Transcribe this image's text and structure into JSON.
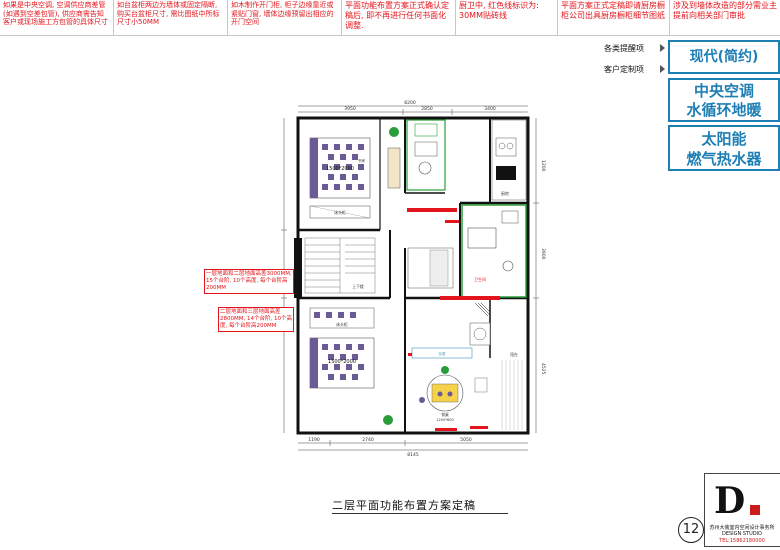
{
  "notes": [
    "如果是中央空调, 空调供应商差管(如遇到空差包管), 供应商需告知客户或现场施工方包管的具体尺寸",
    "如台盆柜两边为墙体或固定隔断, 购买台盆柜尺寸, 需比图纸中所标尺寸小50MM",
    "如木制作开门柜, 柜子边缘靠近或紧贴门窗, 墙体边缘预留出相应的开门空间",
    "平面功能布置方案正式确认定稿后, 即不再进行任何书面化调整.",
    "厨卫中, 红色线标识为: 30MM贴砖线",
    "平面方案正式定稿即请厨房橱柜公司出具厨房橱柜细节图纸",
    "涉及到墙体改造的部分需业主提前向相关部门审批"
  ],
  "tags": {
    "reminder": "各类提醒项",
    "custom": "客户定制项"
  },
  "features": {
    "style": "现代(简约)",
    "hvac_line1": "中央空调",
    "hvac_line2": "水循环地暖",
    "solar_line1": "太阳能",
    "solar_line2": "燃气热水器"
  },
  "title": "二层平面功能布置方案定稿",
  "page_number": "12",
  "company": {
    "name": "苏州大装室内空间设计事务所",
    "subname": "DESIGN STUDIO",
    "phone": "TEL:15862180000"
  },
  "dims": {
    "top_total": "8200",
    "top_left": "3950",
    "top_mid": "2850",
    "top_right": "3400",
    "bottom_a": "1190",
    "bottom_b": "2740",
    "bottom_c": "5050",
    "bottom_total": "8145",
    "right_a": "1200",
    "right_b": "3900",
    "right_c": "4525"
  },
  "rooms": {
    "bed1": "1500*2000",
    "bed1_sub": "床头柜",
    "bed2": "1500*2000",
    "bed2_sub": "床头柜",
    "bath": "卫生间",
    "kitchen": "厨房",
    "study": "书房",
    "stair": "上下楼",
    "table": "餐桌",
    "table_sz": "1200*600",
    "sofa": "沙发",
    "balcony": "阳台"
  },
  "side_notes": {
    "n1": "一层地面和二层地面高差3000MM, 15个台阶, 10个高度, 每个台阶高200MM",
    "n2": "二层地面和三层地面高差2800MM, 14个台阶, 10个高度, 每个台阶高200MM"
  }
}
